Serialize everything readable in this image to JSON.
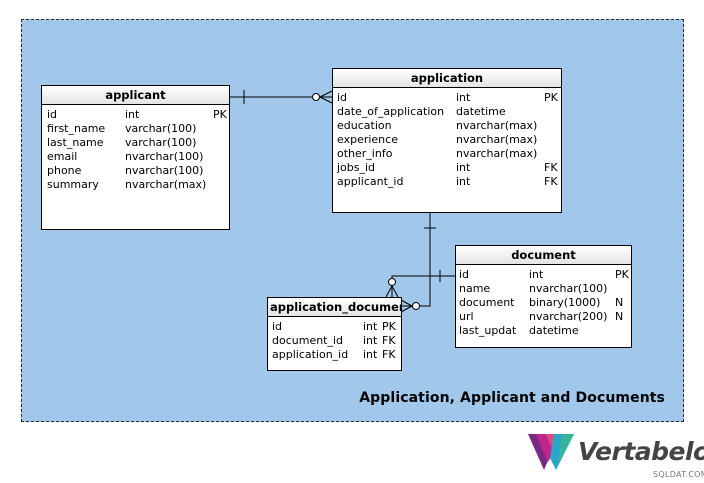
{
  "area": {
    "title": "Application, Applicant and Documents"
  },
  "tables": {
    "applicant": {
      "name": "applicant",
      "columns": [
        {
          "name": "id",
          "type": "int",
          "key": "PK"
        },
        {
          "name": "first_name",
          "type": "varchar(100)",
          "key": ""
        },
        {
          "name": "last_name",
          "type": "varchar(100)",
          "key": ""
        },
        {
          "name": "email",
          "type": "nvarchar(100)",
          "key": ""
        },
        {
          "name": "phone",
          "type": "nvarchar(100)",
          "key": ""
        },
        {
          "name": "summary",
          "type": "nvarchar(max)",
          "key": ""
        }
      ]
    },
    "application": {
      "name": "application",
      "columns": [
        {
          "name": "id",
          "type": "int",
          "key": "PK"
        },
        {
          "name": "date_of_application",
          "type": "datetime",
          "key": ""
        },
        {
          "name": "education",
          "type": "nvarchar(max)",
          "key": ""
        },
        {
          "name": "experience",
          "type": "nvarchar(max)",
          "key": ""
        },
        {
          "name": "other_info",
          "type": "nvarchar(max)",
          "key": ""
        },
        {
          "name": "jobs_id",
          "type": "int",
          "key": "FK"
        },
        {
          "name": "applicant_id",
          "type": "int",
          "key": "FK"
        }
      ]
    },
    "document": {
      "name": "document",
      "columns": [
        {
          "name": "id",
          "type": "int",
          "key": "PK"
        },
        {
          "name": "name",
          "type": "nvarchar(100)",
          "key": ""
        },
        {
          "name": "document",
          "type": "binary(1000)",
          "key": "N"
        },
        {
          "name": "url",
          "type": "nvarchar(200)",
          "key": "N"
        },
        {
          "name": "last_updat",
          "type": "datetime",
          "key": ""
        }
      ]
    },
    "application_document": {
      "name": "application_documen",
      "columns": [
        {
          "name": "id",
          "type": "int",
          "key": "PK"
        },
        {
          "name": "document_id",
          "type": "int",
          "key": "FK"
        },
        {
          "name": "application_id",
          "type": "int",
          "key": "FK"
        }
      ]
    }
  },
  "logo": {
    "name": "Vertabelo",
    "sub": "SQLDAT.COM",
    "colors": [
      "#7b2a83",
      "#c0268c",
      "#2aa6c9",
      "#38b49a"
    ]
  }
}
